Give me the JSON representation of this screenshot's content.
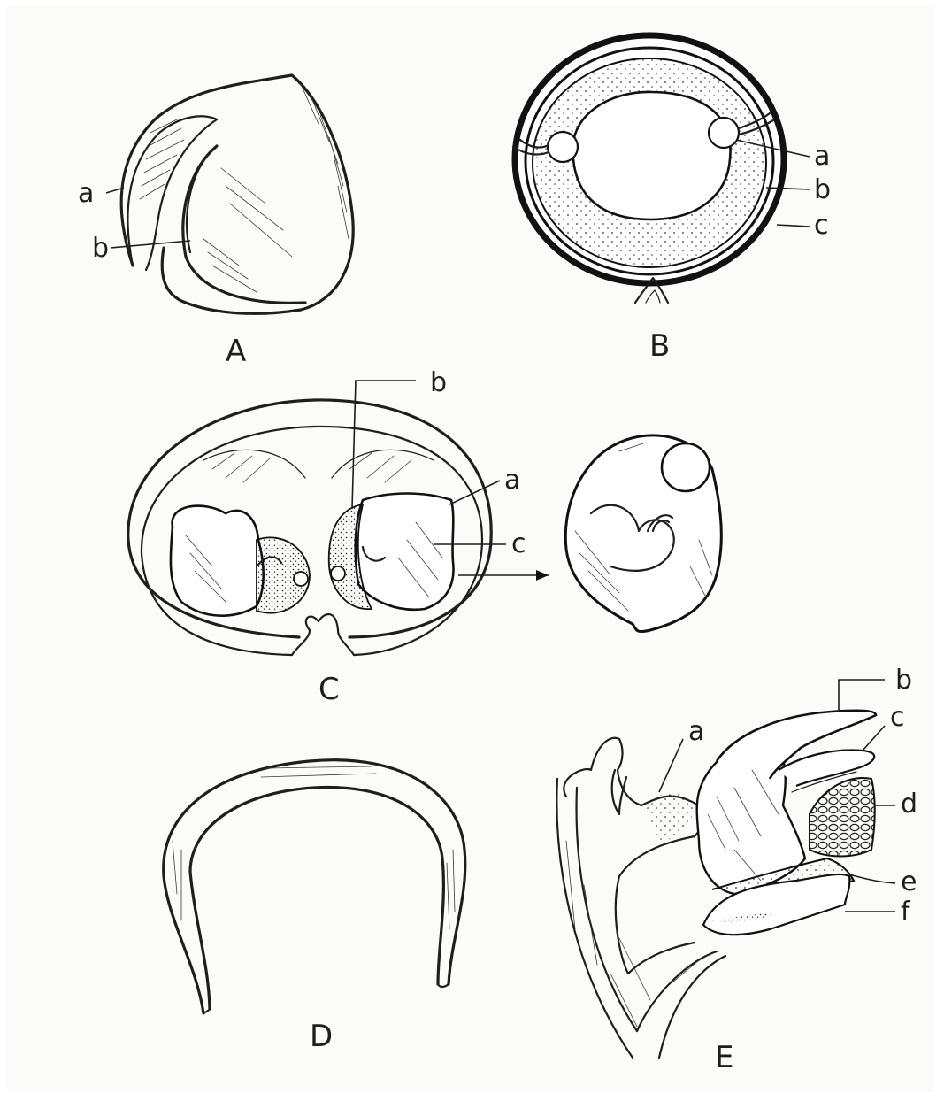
{
  "figures": {
    "A": {
      "caption": "A",
      "labels": [
        "a",
        "b"
      ]
    },
    "B": {
      "caption": "B",
      "labels": [
        "a",
        "b",
        "c"
      ]
    },
    "C": {
      "caption": "C",
      "labels": [
        "b",
        "a",
        "c"
      ]
    },
    "D": {
      "caption": "D"
    },
    "E": {
      "caption": "E",
      "labels": [
        "b",
        "c",
        "a",
        "d",
        "e",
        "f"
      ]
    }
  }
}
